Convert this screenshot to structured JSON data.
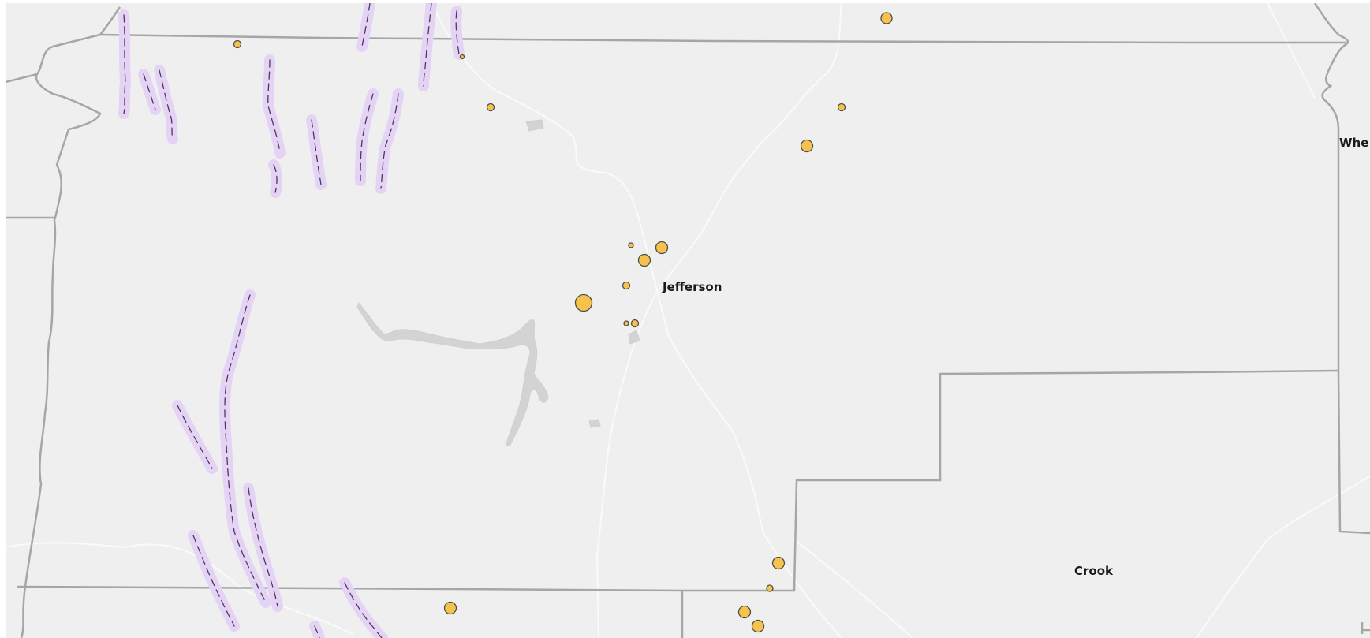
{
  "map": {
    "labels": {
      "jefferson": "Jefferson",
      "crook": "Crook",
      "wheeler": "Whe"
    },
    "colors": {
      "background": "#efefef",
      "county_boundary": "#a6a6a6",
      "road": "#fafafa",
      "fault_halo": "#e5d3f5",
      "fault_line": "#4a3a55",
      "earthquake_fill": "#f5c24c",
      "earthquake_outline": "#4d4d4d",
      "water": "#d3d3d3"
    },
    "layers": [
      "county-boundaries",
      "roads",
      "water-bodies",
      "fault-lines",
      "earthquake-epicenters"
    ]
  }
}
